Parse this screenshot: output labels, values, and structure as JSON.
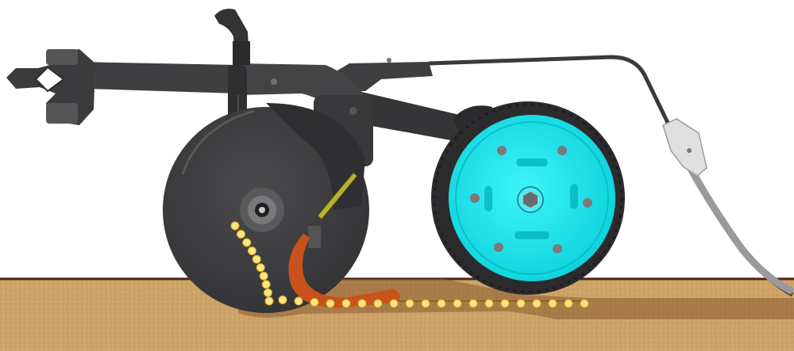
{
  "illustration": {
    "subject": "planter-row-unit-cross-section",
    "colors": {
      "frame": "#3f3f41",
      "frame_dark": "#2d2d2f",
      "frame_light": "#58585a",
      "wheel_hub": "#10e6ef",
      "wheel_hub_dark": "#0bbfc8",
      "tire": "#2b2b2d",
      "soil_top": "#d2a86c",
      "soil_mid": "#c4975a",
      "soil_line": "#4a2410",
      "trench": "#8a5a2e",
      "seed": "#fbe57c",
      "seed_stroke": "#d1a92e",
      "seed_tube": "#c8521a",
      "sensor": "#b8b030",
      "closing_strap": "#9a9a9c",
      "bracket": "#dcdcdc"
    },
    "seed_count_vertical": 10,
    "seed_count_horizontal": 20
  }
}
